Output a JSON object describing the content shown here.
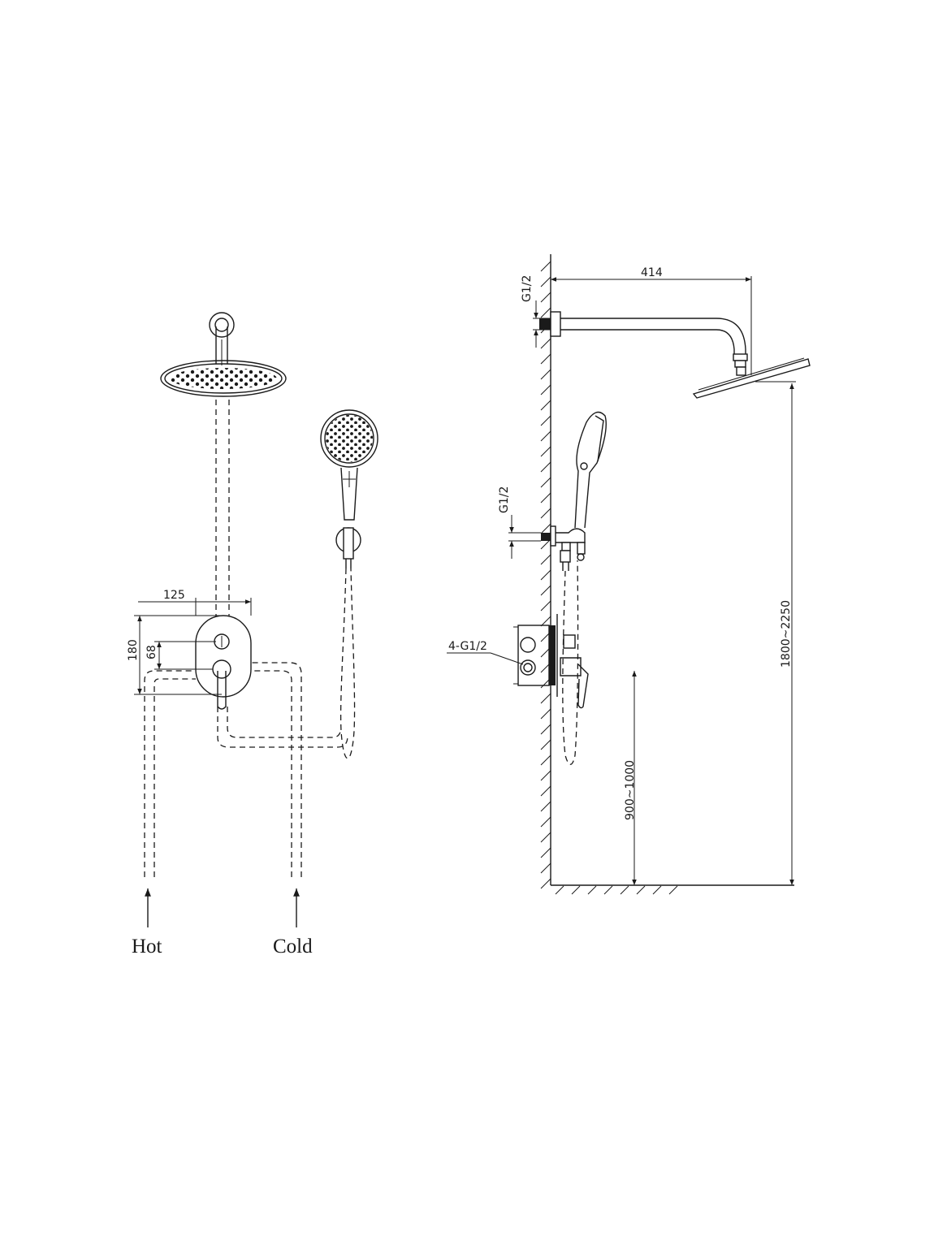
{
  "front_view": {
    "dim_width": "125",
    "dim_height_total": "180",
    "dim_height_inner": "68",
    "inlet_hot": "Hot",
    "inlet_cold": "Cold"
  },
  "side_view": {
    "arm_length": "414",
    "thread_arm": "G1/2",
    "thread_hand": "G1/2",
    "thread_valve": "4-G1/2",
    "height_head": "1800~2250",
    "height_valve": "900~1000"
  }
}
